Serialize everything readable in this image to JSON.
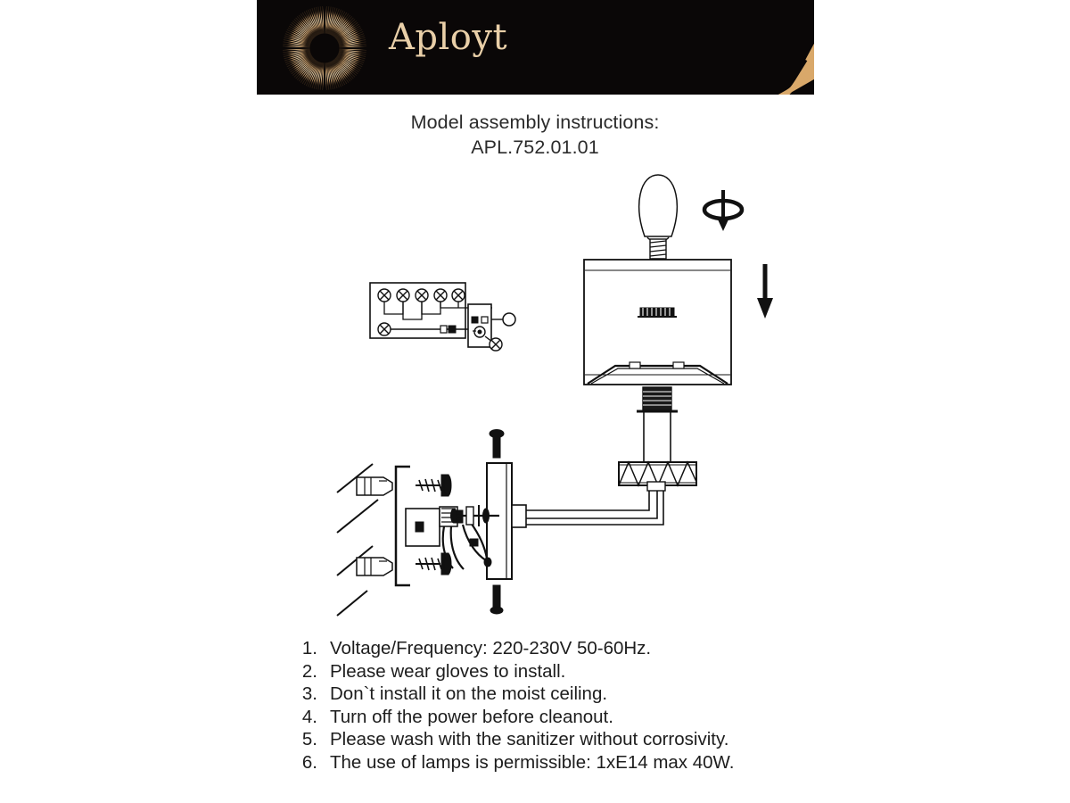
{
  "brand": {
    "name": "Aployt",
    "logo_icon": "sunburst-logo-icon",
    "banner_bg_color": "#0a0707",
    "gold_color": "#e9cfa8",
    "ray_color": "#d9a86a"
  },
  "title": {
    "line1": "Model assembly instructions:",
    "line2": "APL.752.01.01"
  },
  "diagram": {
    "caption_alt": "Wall sconce assembly exploded view",
    "parts": [
      {
        "id": "bulb",
        "label": "E14 candle bulb"
      },
      {
        "id": "rotate-icon",
        "label": "rotate-clockwise-icon"
      },
      {
        "id": "down-arrow-icon",
        "label": "down-arrow-icon"
      },
      {
        "id": "lampshade",
        "label": "rectangular fabric lampshade"
      },
      {
        "id": "lamp-socket",
        "label": "lamp socket inside shade"
      },
      {
        "id": "shade-bottom-frame",
        "label": "shade bottom support frame"
      },
      {
        "id": "socket-cap",
        "label": "threaded socket cap"
      },
      {
        "id": "riser-tube",
        "label": "vertical riser tube"
      },
      {
        "id": "decorative-collar",
        "label": "decorative chevron collar ring"
      },
      {
        "id": "lamp-arm",
        "label": "horizontal lamp arm"
      },
      {
        "id": "backplate",
        "label": "wall backplate"
      },
      {
        "id": "decor-screw-top",
        "label": "decorative finial screw top"
      },
      {
        "id": "decor-screw-bottom",
        "label": "decorative finial screw bottom"
      },
      {
        "id": "mounting-bracket",
        "label": "wall mounting bracket"
      },
      {
        "id": "wall-hatching",
        "label": "wall surface hatching"
      },
      {
        "id": "wall-anchor-top",
        "label": "wall anchor plug"
      },
      {
        "id": "wall-anchor-bottom",
        "label": "wall anchor plug"
      },
      {
        "id": "mount-screw-top",
        "label": "mounting screw"
      },
      {
        "id": "mount-screw-bottom",
        "label": "mounting screw"
      },
      {
        "id": "wiring-harness",
        "label": "wiring harness with connectors"
      },
      {
        "id": "terminal-block",
        "label": "wiring terminal block diagram"
      }
    ]
  },
  "instructions": {
    "items": [
      {
        "num": "1.",
        "text": "Voltage/Frequency: 220-230V 50-60Hz."
      },
      {
        "num": "2.",
        "text": "Please wear gloves to install."
      },
      {
        "num": "3.",
        "text": "Don`t install it on the moist ceiling."
      },
      {
        "num": "4.",
        "text": "Turn off the power before cleanout."
      },
      {
        "num": "5.",
        "text": "Please wash with the sanitizer without corrosivity."
      },
      {
        "num": "6.",
        "text": "The use of lamps is permissible: 1xE14 max 40W."
      }
    ]
  }
}
